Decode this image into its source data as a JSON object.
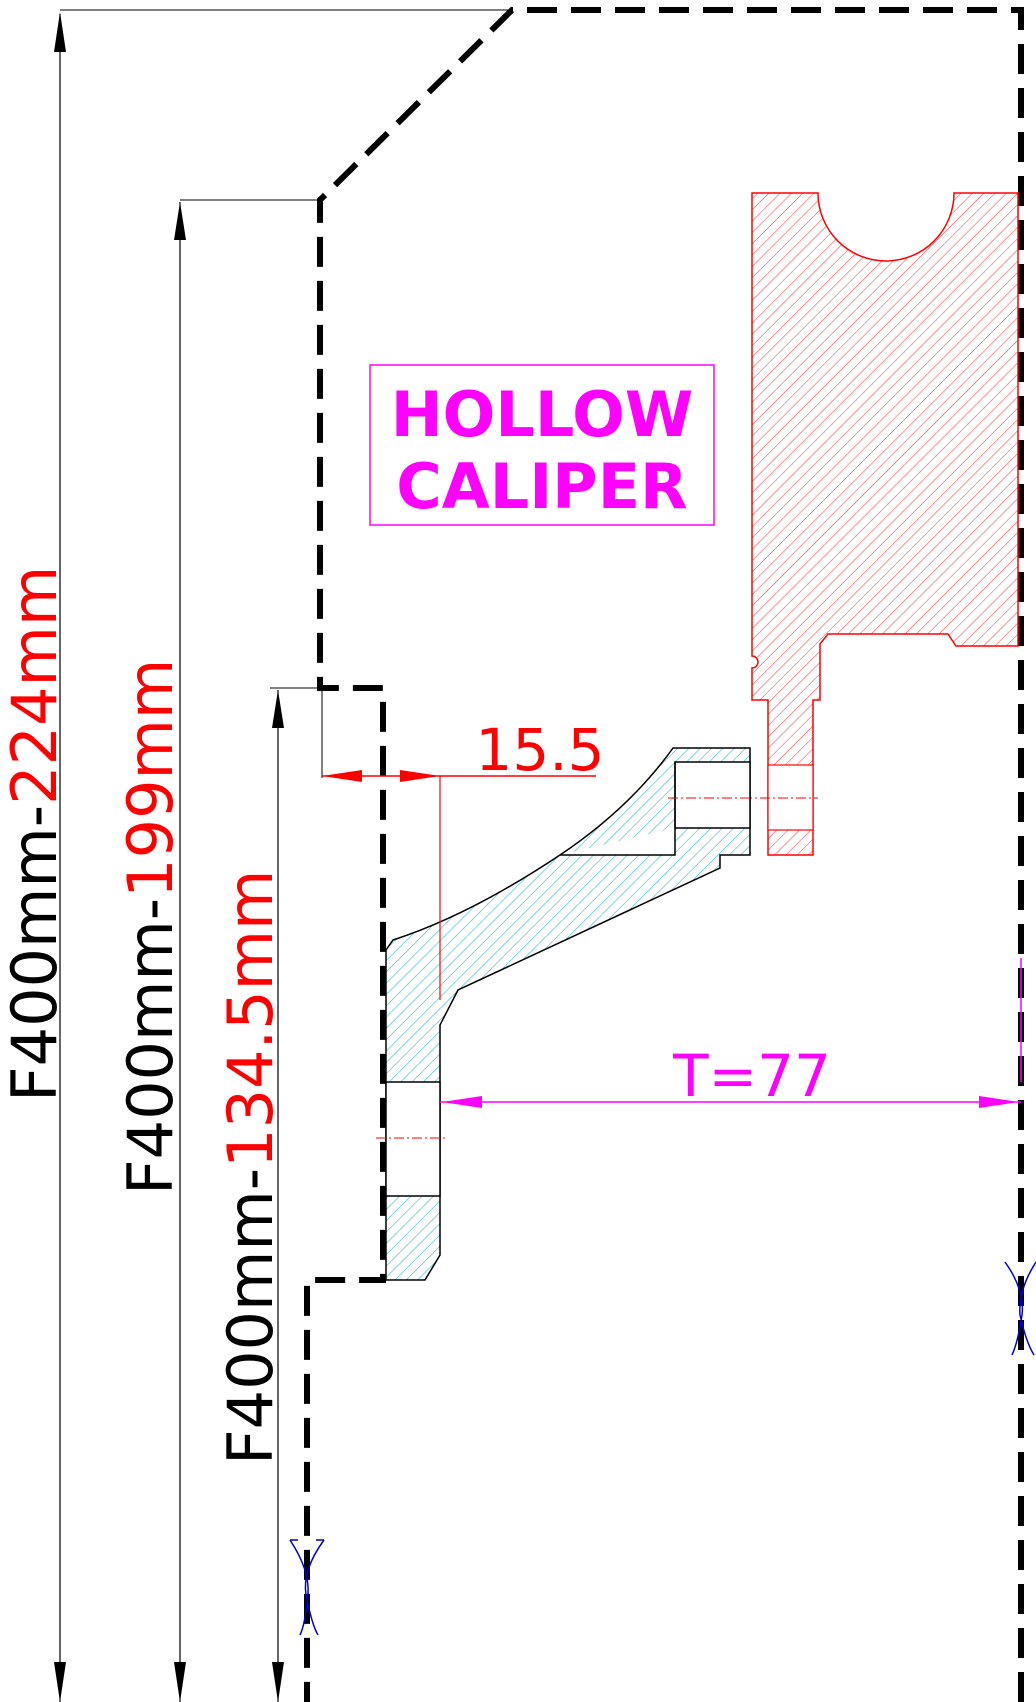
{
  "drawing": {
    "title": {
      "line1": "HOLLOW",
      "line2": "CALIPER"
    },
    "dimensions": {
      "dim_224": {
        "prefix": "F400mm-",
        "value": "224mm"
      },
      "dim_199": {
        "prefix": "F400mm-",
        "value": "199mm"
      },
      "dim_134": {
        "prefix": "F400mm-",
        "value": "134.5mm"
      },
      "offset": "15.5",
      "thickness": "T=77"
    }
  },
  "colors": {
    "outline": "#000000",
    "caliper": "#ff0000",
    "adapter_fill": "#33cccc",
    "label": "#ff00ff",
    "symbol": "#0000cc"
  }
}
